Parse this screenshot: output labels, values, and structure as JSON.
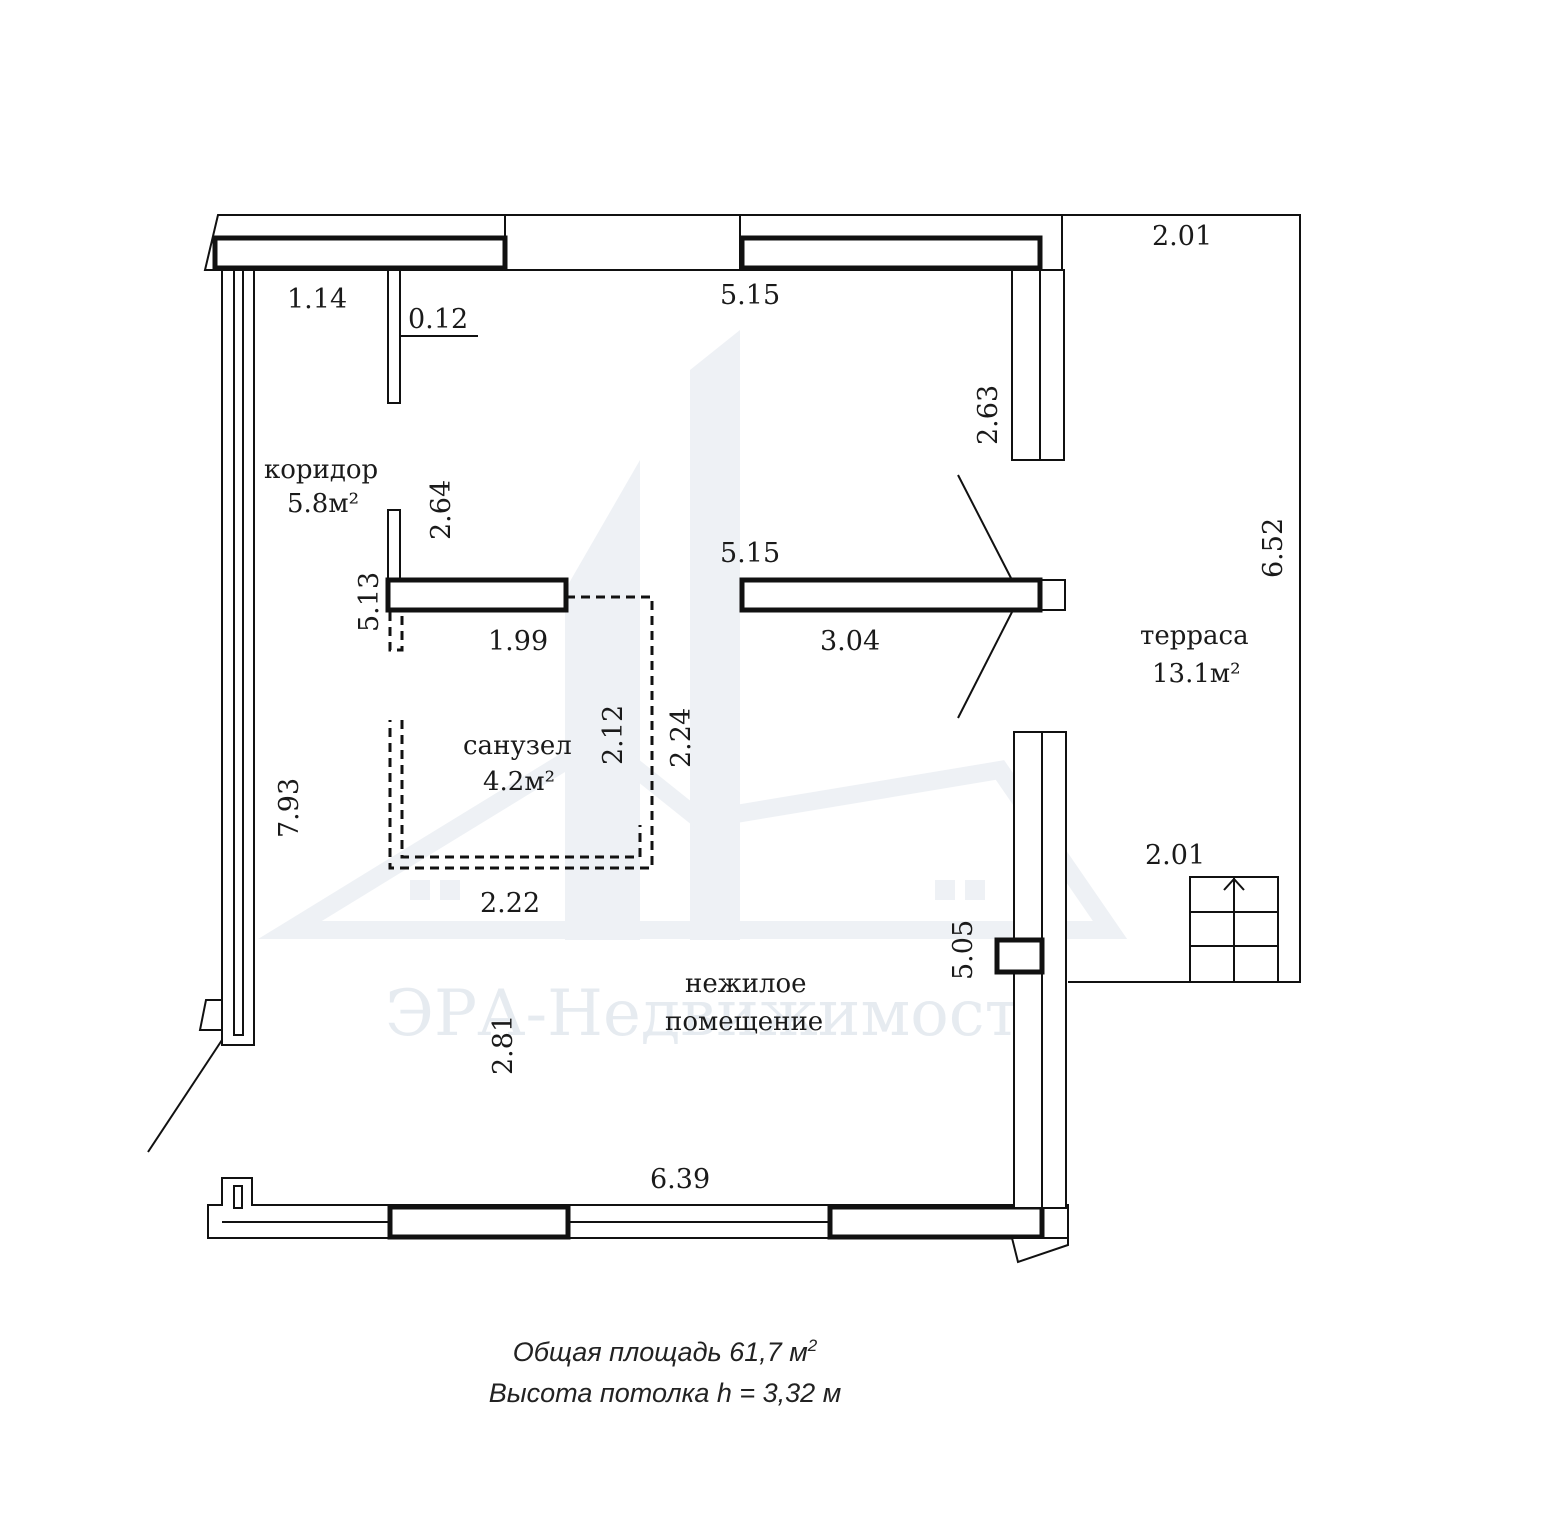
{
  "watermark": {
    "brand_text": "ЭРА-Недвижимость",
    "color": "#c9d3e0"
  },
  "rooms": {
    "corridor": {
      "name": "коридор",
      "area": "5.8м²"
    },
    "bathroom": {
      "name": "санузел",
      "area": "4.2м²"
    },
    "terrace": {
      "name": "терраса",
      "area": "13.1м²"
    },
    "main": {
      "name_line1": "нежилое",
      "name_line2": "помещение"
    }
  },
  "dimensions": {
    "top_left_wall": "1.14",
    "partition_thickness": "0.12",
    "top_wall": "5.15",
    "terrace_top": "2.01",
    "right_wall_upper": "2.63",
    "corridor_partition": "2.64",
    "inner_wall_top": "5.15",
    "terrace_depth": "6.52",
    "corridor_length": "5.13",
    "bath_wall_top": "1.99",
    "inner_wall_right": "3.04",
    "bath_inner_height": "2.12",
    "bath_outer_height": "2.24",
    "left_wall": "7.93",
    "terrace_bottom": "2.01",
    "bath_bottom": "2.22",
    "right_wall_lower": "5.05",
    "main_room_depth": "2.81",
    "bottom_wall": "6.39"
  },
  "caption": {
    "total_area_prefix": "Общая площадь 61,7 м",
    "total_area_sup": "2",
    "ceiling_height": "Высота потолка h = 3,32 м"
  }
}
